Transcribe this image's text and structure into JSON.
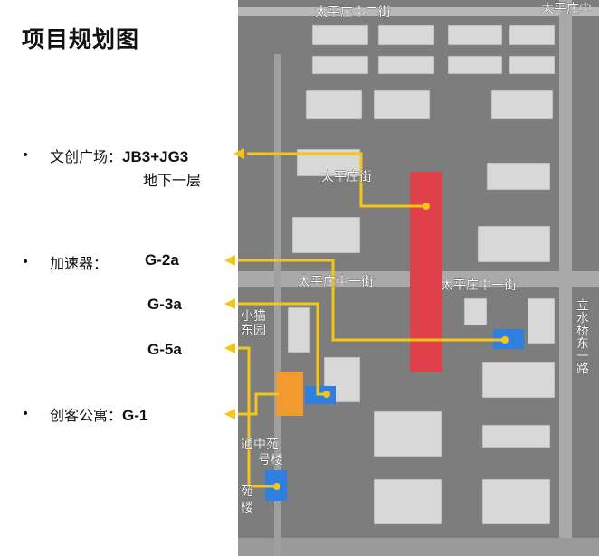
{
  "title": "项目规划图",
  "legend": {
    "item1": {
      "label": "文创广场：",
      "code": "JB3+JG3",
      "sub": "地下一层"
    },
    "item2": {
      "label": "加速器：",
      "code": "G-2a"
    },
    "item3": {
      "code": "G-3a"
    },
    "item4": {
      "code": "G-5a"
    },
    "item5": {
      "label": "创客公寓：",
      "code": "G-1"
    }
  },
  "map": {
    "street_top_center": "太平庄中二街",
    "street_top_right": "太平庄中",
    "street_mid_upper": "太平庄街",
    "street_mid_left": "太平庄中一街",
    "street_mid_right": "太平庄中一街",
    "road_right": "立水桥东一路",
    "left_label_1": "小猫",
    "left_label_2": "东园",
    "left_label_3": "通中苑",
    "left_label_4": "号楼",
    "left_label_5": "苑",
    "left_label_6": "楼"
  },
  "colors": {
    "connector": "#f5c518",
    "plaza": "#e0404a",
    "accelerator": "#2f7fe0",
    "apartment": "#f39a2e"
  }
}
